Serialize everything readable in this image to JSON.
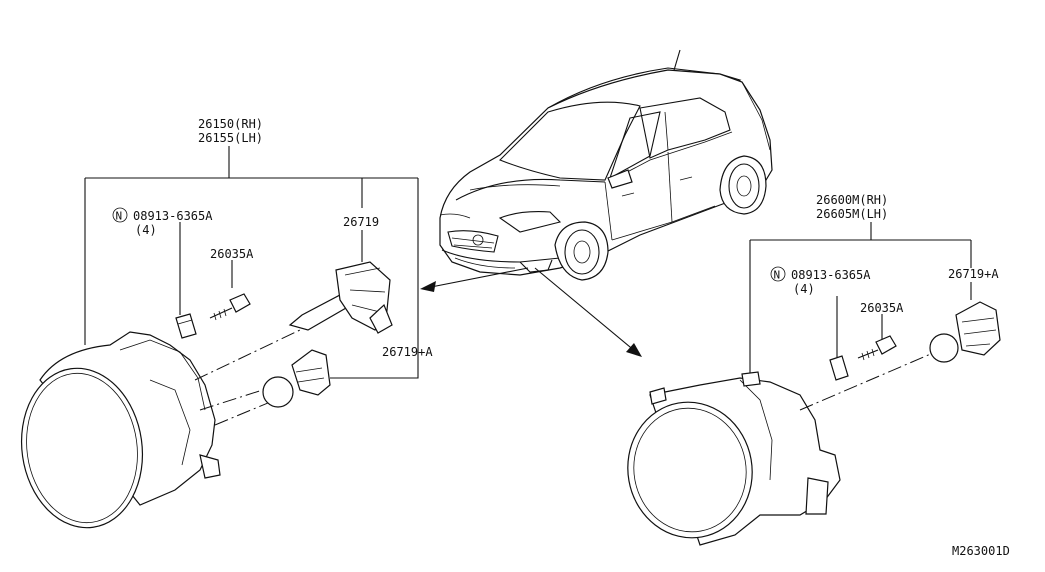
{
  "diagram": {
    "left_assembly": {
      "part_rh": "26150(RH)",
      "part_lh": "26155(LH)",
      "nut_code": "08913-6365A",
      "nut_qty": "(4)",
      "nut_marker": "N",
      "screw": "26035A",
      "bulb_h11": "26719",
      "socket": "26719+A"
    },
    "right_assembly": {
      "part_rh": "26600M(RH)",
      "part_lh": "26605M(LH)",
      "nut_code": "08913-6365A",
      "nut_qty": "(4)",
      "nut_marker": "N",
      "screw": "26035A",
      "socket": "26719+A"
    },
    "figure_code": "M263001D"
  }
}
